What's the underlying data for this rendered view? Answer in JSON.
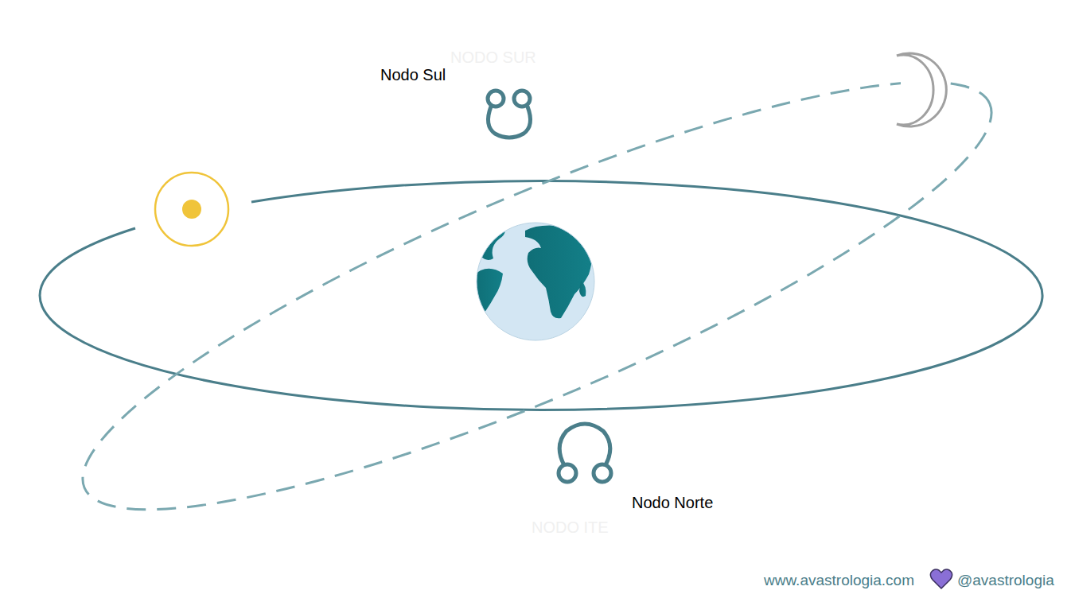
{
  "diagram": {
    "labels": [
      "NODO SUR",
      "Nodo Sul",
      "Nodo Norte",
      "NODO ITE",
      "www.avastrologia.com",
      "@avastrologia"
    ]
  }
}
